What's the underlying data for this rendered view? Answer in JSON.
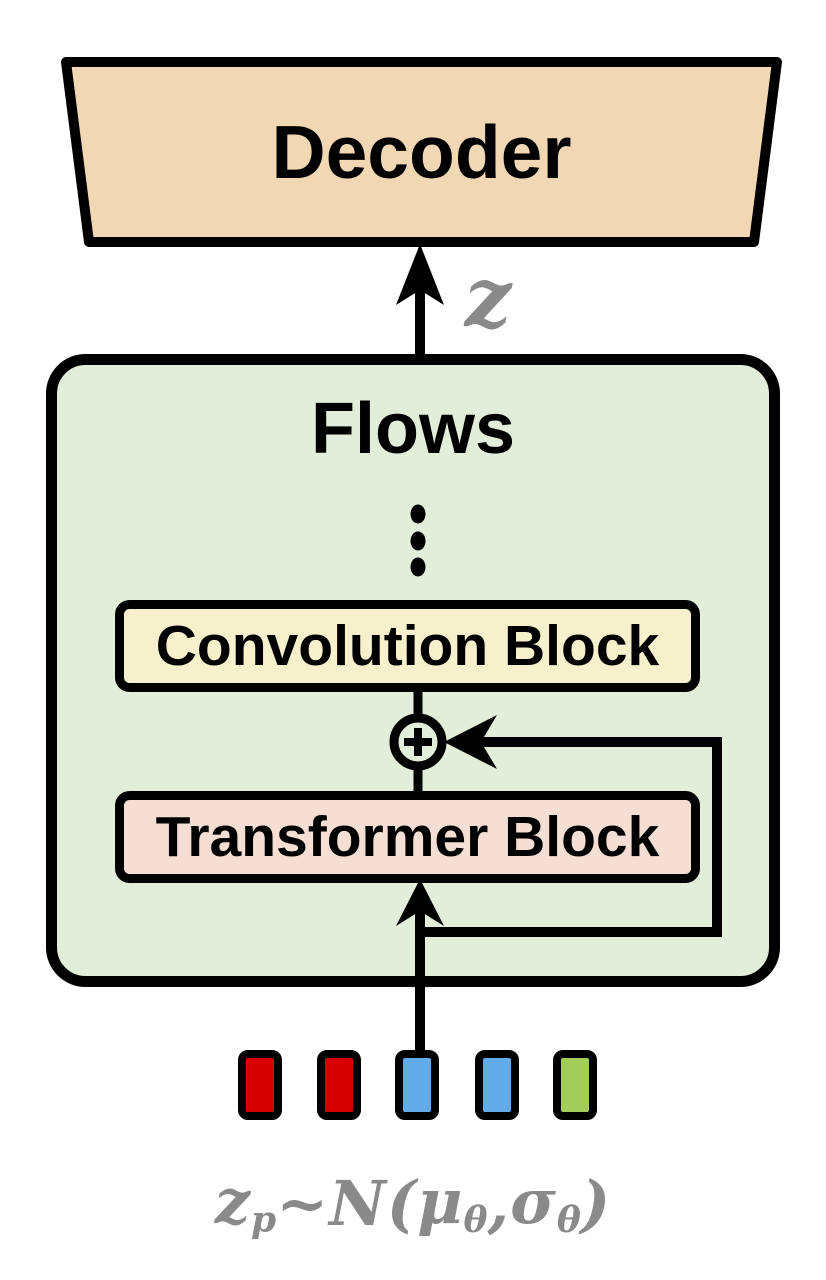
{
  "diagram": {
    "title_blocks": {
      "decoder": "Decoder",
      "flows": "Flows",
      "convolution_block": "Convolution Block",
      "transformer_block": "Transformer Block"
    },
    "labels": {
      "latent_z": "z",
      "prior_formula": {
        "z": "z",
        "z_sub": "p",
        "sim": "~",
        "dist_open": "N(",
        "mu": "μ",
        "mu_sub": "θ",
        "comma": ", ",
        "sigma": "σ",
        "sigma_sub": "θ",
        "close": ")"
      }
    },
    "icons": {
      "sum_icon": "⊕",
      "vertical_ellipsis_icon": "⋮",
      "up_arrow_icon": "↑",
      "left_arrow_icon": "←"
    },
    "colors": {
      "decoder_fill": "#f2d7b5",
      "flows_fill": "#e3eeda",
      "convolution_fill": "#f7f0cd",
      "transformer_fill": "#f5ded3",
      "outline": "#000000",
      "math_gray": "#8a8a8a"
    },
    "tokens": [
      {
        "name": "token-1",
        "color": "#d80000"
      },
      {
        "name": "token-2",
        "color": "#d80000"
      },
      {
        "name": "token-3",
        "color": "#61ace8"
      },
      {
        "name": "token-4",
        "color": "#61ace8"
      },
      {
        "name": "token-5",
        "color": "#a3cc5a"
      }
    ]
  }
}
